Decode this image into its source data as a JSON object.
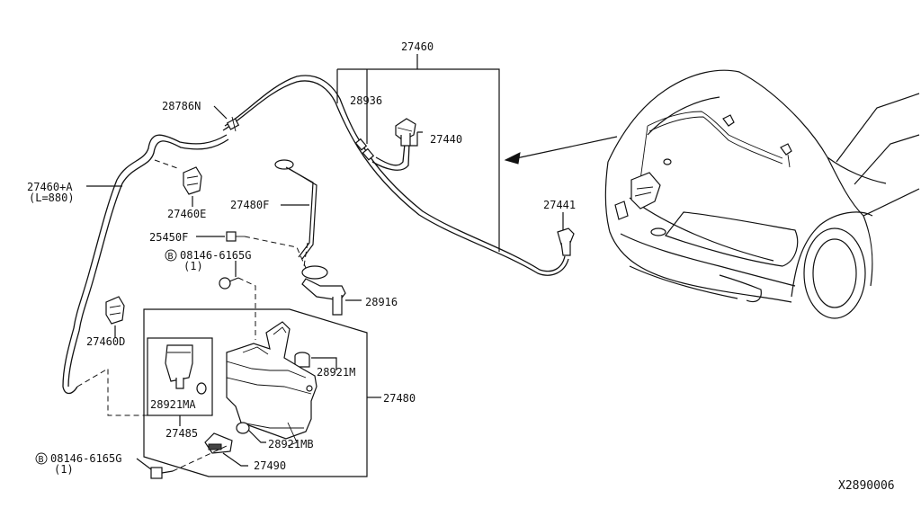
{
  "diagram": {
    "reference_code": "X2890006",
    "callouts": {
      "hose_assembly": "27460",
      "hose_joint": "28936",
      "hose_clip": "28786N",
      "nozzle": "27440",
      "nozzle_right": "27441",
      "hose_extension": "27460+A",
      "hose_extension_length": "(L=880)",
      "clip_e": "27460E",
      "clip_d": "27460D",
      "inlet_pipe": "27480F",
      "screw": "25450F",
      "bolt_top": "08146-6165G",
      "bolt_top_qty": "(1)",
      "bolt_top_marker": "B",
      "filler_neck": "28916",
      "grommet_m": "28921M",
      "tank_assembly": "27480",
      "grommet_ma": "28921MA",
      "pump": "27485",
      "grommet_mb": "28921MB",
      "level_sensor": "27490",
      "bolt_bottom": "08146-6165G",
      "bolt_bottom_qty": "(1)",
      "bolt_bottom_marker": "B"
    }
  }
}
